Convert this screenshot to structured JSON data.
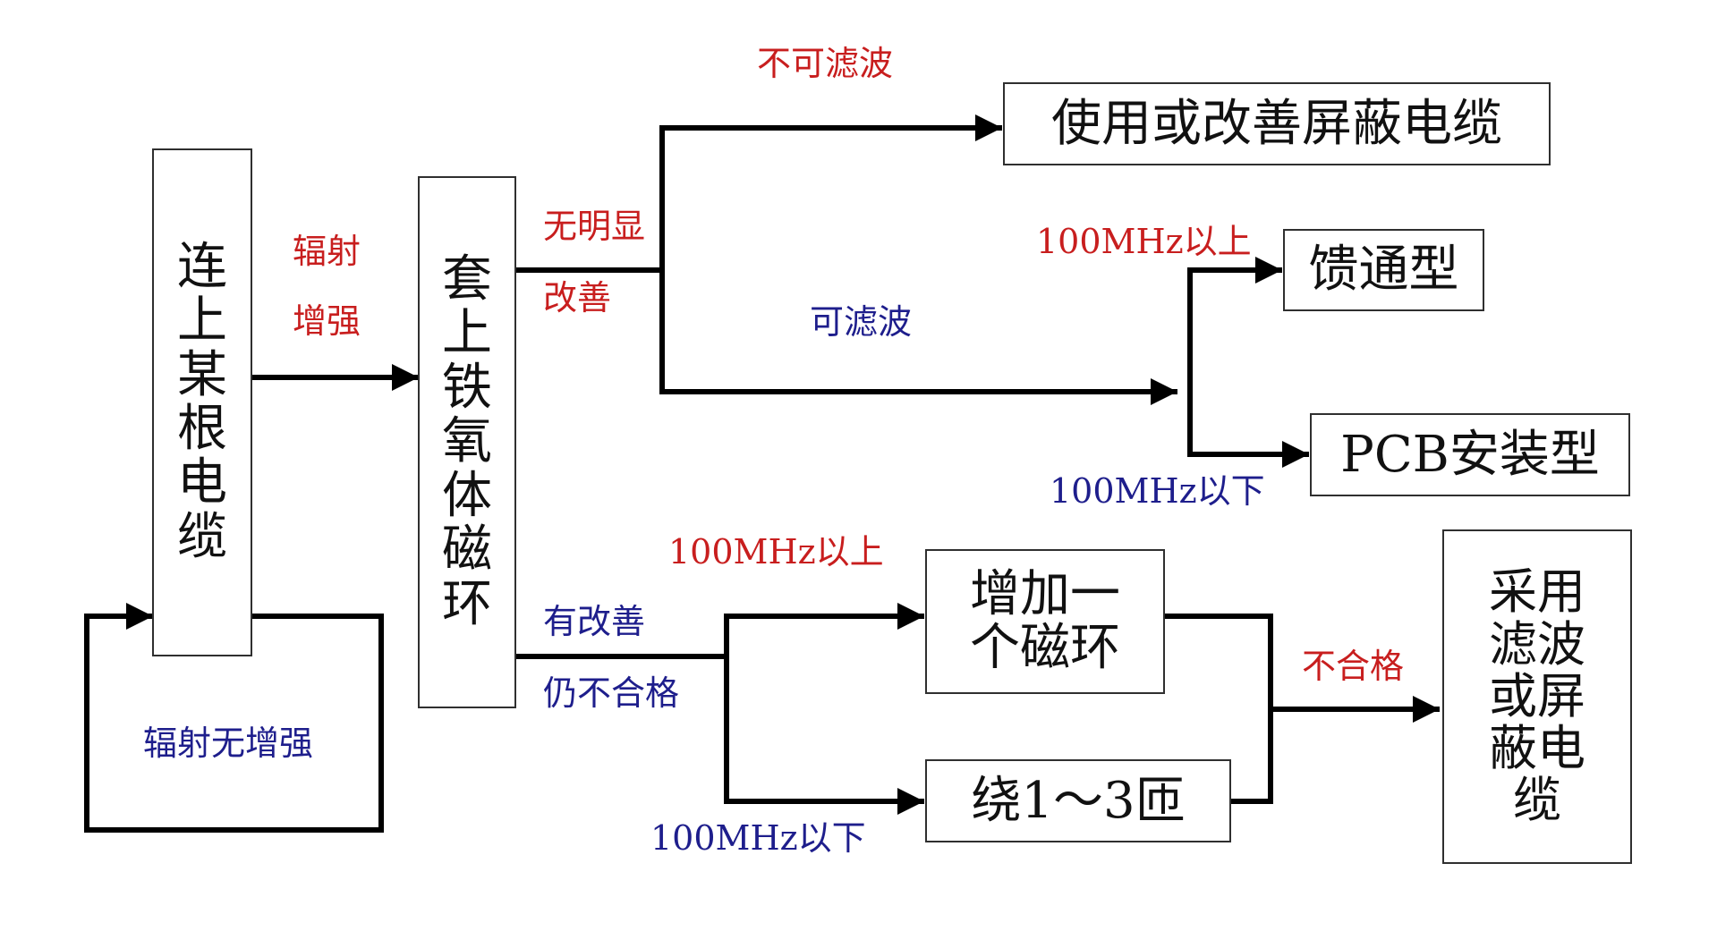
{
  "colors": {
    "red_label": "#c81e1e",
    "blue_label": "#1e1e8c",
    "line": "#000000",
    "box_border": "#2f2f2f"
  },
  "boxes": {
    "cable": "连\n上\n某\n根\n电\n缆",
    "ferrite": "套\n上\n铁\n氧\n体\n磁\n环",
    "shielded_cable": "使用或改善屏蔽电缆",
    "feedthrough": "馈通型",
    "pcb_mount": "PCB安装型",
    "add_ring": "增加一\n个磁环",
    "wind_turns": "绕1～3匝",
    "filter_or_shield": "采用\n滤波\n或屏\n蔽电\n缆"
  },
  "labels": {
    "radiation_up_1": "辐射",
    "radiation_up_2": "增强",
    "no_increase": "辐射无增强",
    "no_obvious_1": "无明显",
    "no_obvious_2": "改善",
    "cannot_filter": "不可滤波",
    "can_filter": "可滤波",
    "above_100_top": "100MHz以上",
    "below_100_top": "100MHz以下",
    "improved": "有改善",
    "still_fail": "仍不合格",
    "above_100_bottom": "100MHz以上",
    "below_100_bottom": "100MHz以下",
    "fail": "不合格"
  }
}
